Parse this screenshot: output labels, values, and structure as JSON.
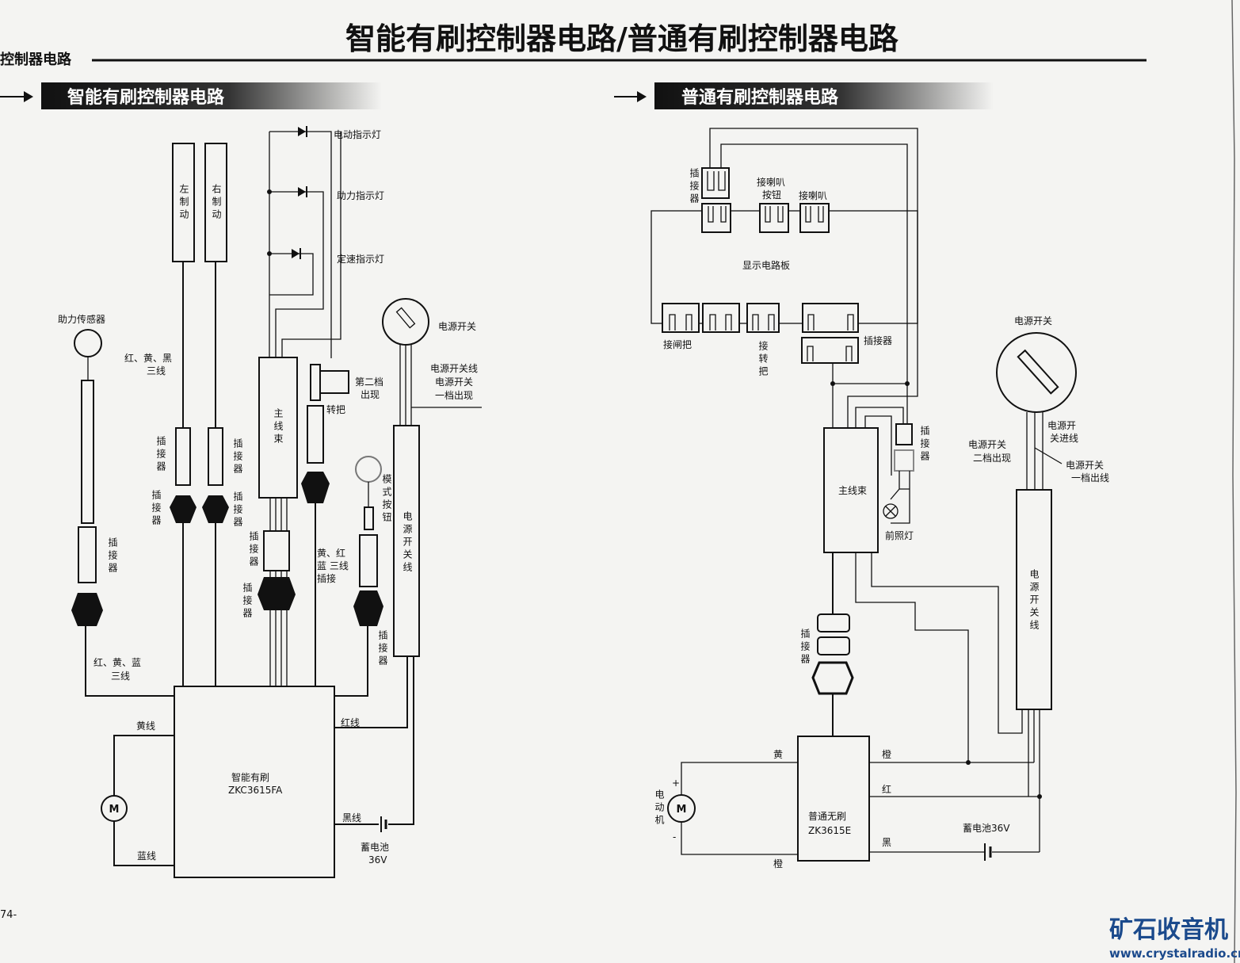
{
  "header": {
    "title": "智能有刷控制器电路/普通有刷控制器电路",
    "section": "控制器电路",
    "page_number": "74-"
  },
  "left": {
    "banner": "智能有刷控制器电路",
    "ev_light": "电动指示灯",
    "assist_light": "助力指示灯",
    "cruise_light": "定速指示灯",
    "left_brake": "左制动",
    "right_brake": "右制动",
    "assist_sensor": "助力传感器",
    "wires_ryb": "红、黄、黑",
    "wires_three": "三线",
    "connector": "插接器",
    "main_harness": "主线束",
    "second_gear_1": "第二档",
    "second_gear_2": "出现",
    "throttle": "转把",
    "power_switch": "电源开关",
    "ps_line_1": "电源开关线",
    "ps_line_2": "电源开关",
    "ps_line_3": "一档出现",
    "mode_button": "模式按钮",
    "power_switch_line": "电源开关线",
    "ybr_1": "黄、红",
    "ybr_2": "蓝 三线",
    "ybr_3": "插接",
    "ryb_1": "红、黄、蓝",
    "ryb_2": "三线",
    "controller_name": "智能有刷",
    "controller_model": "ZKC3615FA",
    "yellow_wire": "黄线",
    "red_wire": "红线",
    "black_wire": "黑线",
    "blue_wire": "蓝线",
    "battery_1": "蓄电池",
    "battery_2": "36V",
    "motor": "M"
  },
  "right": {
    "banner": "普通有刷控制器电路",
    "connector": "插接器",
    "horn_button_1": "接喇叭",
    "horn_button_2": "按钮",
    "horn": "接喇叭",
    "display_board": "显示电路板",
    "brake_lever": "接闸把",
    "throttle": "接转把",
    "main_harness": "主线束",
    "headlight": "前照灯",
    "power_switch": "电源开关",
    "ps_in_1": "电源开",
    "ps_in_2": "关进线",
    "ps_2nd_1": "电源开关",
    "ps_2nd_2": "二档出现",
    "ps_1st_1": "电源开关",
    "ps_1st_2": "一档出线",
    "power_switch_line": "电源开关线",
    "controller_name": "普通无刷",
    "controller_model": "ZK3615E",
    "yellow": "黄",
    "orange": "橙",
    "red": "红",
    "black": "黑",
    "battery": "蓄电池36V",
    "motor_label": "电动机",
    "motor": "M",
    "plus": "+",
    "minus": "-"
  },
  "watermark": {
    "name": "矿石收音机",
    "url": "www.crystalradio.cn"
  }
}
